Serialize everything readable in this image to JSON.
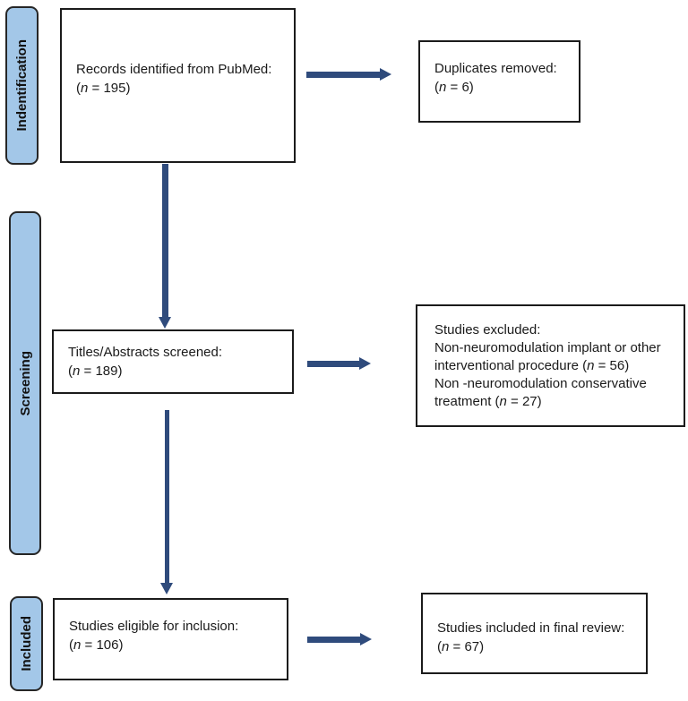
{
  "diagram": {
    "stages": [
      {
        "label": "Indentification"
      },
      {
        "label": "Screening"
      },
      {
        "label": "Included"
      }
    ],
    "boxes": {
      "records": {
        "lines": [
          "Records identified from PubMed:",
          "(n = 195)"
        ]
      },
      "duplicates": {
        "lines": [
          "Duplicates removed:",
          "(n = 6)"
        ]
      },
      "titles": {
        "lines": [
          "Titles/Abstracts screened:",
          "(n = 189)"
        ]
      },
      "excluded": {
        "lines": [
          "Studies excluded:",
          "Non-neuromodulation implant or other",
          "interventional procedure (n = 56)",
          "Non -neuromodulation conservative",
          "treatment (n = 27)"
        ]
      },
      "eligible": {
        "lines": [
          "Studies eligible for inclusion:",
          "(n = 106)"
        ]
      },
      "final": {
        "lines": [
          "Studies included in final review:",
          "(n = 67)"
        ]
      }
    },
    "palette": {
      "stage_bar_fill": "#A3C7E8",
      "stage_bar_border": "#262626",
      "box_border": "#1B1B1B",
      "arrow": "#2F4B7C",
      "text": "#1A1A1A",
      "background": "#FFFFFF"
    }
  }
}
